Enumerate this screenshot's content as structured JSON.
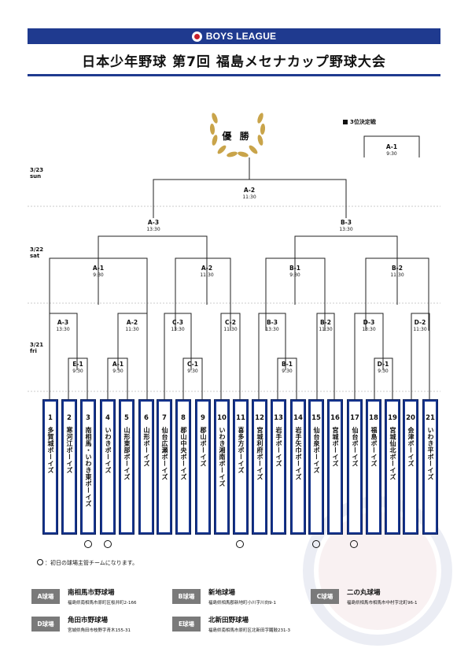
{
  "brand": {
    "logo_text": "BOYS LEAGUE"
  },
  "title": "日本少年野球 第7回 福島メセナカップ野球大会",
  "champion_label": "優 勝",
  "third_place": {
    "label": "3位決定戦",
    "match": {
      "label": "A-1",
      "time": "9:30"
    }
  },
  "dates": [
    {
      "line1": "3/23",
      "line2": "sun"
    },
    {
      "line1": "3/22",
      "line2": "sat"
    },
    {
      "line1": "3/21",
      "line2": "fri"
    }
  ],
  "matches": [
    {
      "id": "final",
      "label": "A-2",
      "time": "11:30"
    },
    {
      "id": "sf-left",
      "label": "A-3",
      "time": "13:30"
    },
    {
      "id": "sf-right",
      "label": "B-3",
      "time": "13:30"
    },
    {
      "id": "qf-1",
      "label": "A-1",
      "time": "9:30"
    },
    {
      "id": "qf-2",
      "label": "A-2",
      "time": "11:30"
    },
    {
      "id": "qf-3",
      "label": "B-1",
      "time": "9:30"
    },
    {
      "id": "qf-4",
      "label": "B-2",
      "time": "11:30"
    },
    {
      "id": "r2-1",
      "label": "A-3",
      "time": "13:30"
    },
    {
      "id": "r2-2",
      "label": "A-2",
      "time": "11:30"
    },
    {
      "id": "r2-3",
      "label": "C-3",
      "time": "13:30"
    },
    {
      "id": "r2-4",
      "label": "C-2",
      "time": "11:30"
    },
    {
      "id": "r2-5",
      "label": "B-3",
      "time": "13:30"
    },
    {
      "id": "r2-6",
      "label": "B-2",
      "time": "11:30"
    },
    {
      "id": "r2-7",
      "label": "D-3",
      "time": "13:30"
    },
    {
      "id": "r2-8",
      "label": "D-2",
      "time": "11:30"
    },
    {
      "id": "r1-1",
      "label": "E-1",
      "time": "9:30"
    },
    {
      "id": "r1-2",
      "label": "A-1",
      "time": "9:30"
    },
    {
      "id": "r1-3",
      "label": "C-1",
      "time": "9:30"
    },
    {
      "id": "r1-4",
      "label": "B-1",
      "time": "9:30"
    },
    {
      "id": "r1-5",
      "label": "D-1",
      "time": "9:30"
    }
  ],
  "teams": [
    {
      "num": "1",
      "name": "多賀城ボーイズ"
    },
    {
      "num": "2",
      "name": "寒河江ボーイズ"
    },
    {
      "num": "3",
      "name": "南相馬・いわき東ボーイズ"
    },
    {
      "num": "4",
      "name": "いわきボーイズ"
    },
    {
      "num": "5",
      "name": "山形東部ボーイズ"
    },
    {
      "num": "6",
      "name": "山形ボーイズ"
    },
    {
      "num": "7",
      "name": "仙台広瀬ボーイズ"
    },
    {
      "num": "8",
      "name": "郡山中央ボーイズ"
    },
    {
      "num": "9",
      "name": "郡山ボーイズ"
    },
    {
      "num": "10",
      "name": "いわき湘南ボーイズ"
    },
    {
      "num": "11",
      "name": "喜多方ボーイズ"
    },
    {
      "num": "12",
      "name": "宮城利府ボーイズ"
    },
    {
      "num": "13",
      "name": "岩手ボーイズ"
    },
    {
      "num": "14",
      "name": "岩手矢巾ボーイズ"
    },
    {
      "num": "15",
      "name": "仙台泉ボーイズ"
    },
    {
      "num": "16",
      "name": "宮城ボーイズ"
    },
    {
      "num": "17",
      "name": "仙台ボーイズ"
    },
    {
      "num": "18",
      "name": "福島ボーイズ"
    },
    {
      "num": "19",
      "name": "宮城仙北ボーイズ"
    },
    {
      "num": "20",
      "name": "会津ボーイズ"
    },
    {
      "num": "21",
      "name": "いわき平ボーイズ"
    }
  ],
  "host_note": "：初日の球場主管チームになります。",
  "venues": [
    {
      "tag": "A球場",
      "name": "南相馬市野球場",
      "address": "福島県南相馬市原町区桜井町2-166"
    },
    {
      "tag": "B球場",
      "name": "新地球場",
      "address": "福島県相馬郡新地町小川字川向9-1"
    },
    {
      "tag": "C球場",
      "name": "二の丸球場",
      "address": "福島県相馬市相馬市中村字北町96-1"
    },
    {
      "tag": "D球場",
      "name": "角田市野球場",
      "address": "宮城県角田市枝野字青木155-31"
    },
    {
      "tag": "E球場",
      "name": "北新田野球場",
      "address": "福島県南相馬市原町区北新田字鬮鼓231-3"
    }
  ],
  "colors": {
    "brand_blue": "#1f3a8f",
    "venue_tag_gray": "#7a7a7a"
  }
}
